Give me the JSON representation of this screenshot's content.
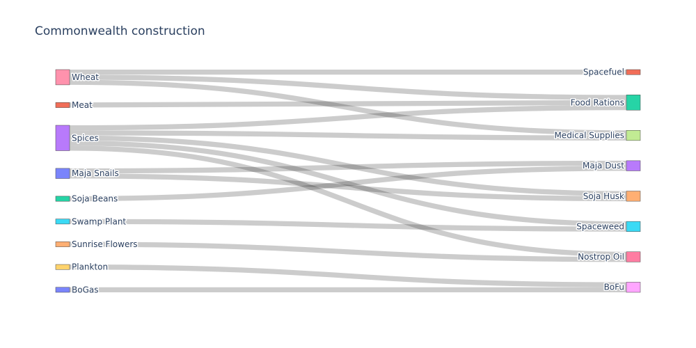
{
  "chart_data": {
    "type": "sankey",
    "title": "Commonwealth construction",
    "link_color": "#c8c8c8",
    "sources": [
      {
        "name": "Wheat",
        "color": "#FF7F9F"
      },
      {
        "name": "Meat",
        "color": "#EF553B"
      },
      {
        "name": "Spices",
        "color": "#AB63FA"
      },
      {
        "name": "Maja Snails",
        "color": "#636EFA"
      },
      {
        "name": "Soja Beans",
        "color": "#00CC96"
      },
      {
        "name": "Swamp Plant",
        "color": "#19D3F3"
      },
      {
        "name": "Sunrise Flowers",
        "color": "#FFA15A"
      },
      {
        "name": "Plankton",
        "color": "#FECB52"
      },
      {
        "name": "BoGas",
        "color": "#636EFA"
      }
    ],
    "targets": [
      {
        "name": "Spacefuel",
        "color": "#EF553B"
      },
      {
        "name": "Food Rations",
        "color": "#00CC96"
      },
      {
        "name": "Medical Supplies",
        "color": "#B6E880"
      },
      {
        "name": "Maja Dust",
        "color": "#AB63FA"
      },
      {
        "name": "Soja Husk",
        "color": "#FFA15A"
      },
      {
        "name": "Spaceweed",
        "color": "#19D3F3"
      },
      {
        "name": "Nostrop Oil",
        "color": "#FF6692"
      },
      {
        "name": "BoFu",
        "color": "#FF97FF"
      }
    ],
    "links": [
      {
        "source": "Wheat",
        "target": "Spacefuel",
        "value": 1
      },
      {
        "source": "Wheat",
        "target": "Medical Supplies",
        "value": 1
      },
      {
        "source": "Wheat",
        "target": "Food Rations",
        "value": 1
      },
      {
        "source": "Meat",
        "target": "Food Rations",
        "value": 1
      },
      {
        "source": "Spices",
        "target": "Food Rations",
        "value": 1
      },
      {
        "source": "Spices",
        "target": "Medical Supplies",
        "value": 1
      },
      {
        "source": "Spices",
        "target": "Soja Husk",
        "value": 1
      },
      {
        "source": "Spices",
        "target": "Spaceweed",
        "value": 1
      },
      {
        "source": "Spices",
        "target": "Nostrop Oil",
        "value": 1
      },
      {
        "source": "Maja Snails",
        "target": "Maja Dust",
        "value": 1
      },
      {
        "source": "Maja Snails",
        "target": "Soja Husk",
        "value": 1
      },
      {
        "source": "Soja Beans",
        "target": "Maja Dust",
        "value": 1
      },
      {
        "source": "Swamp Plant",
        "target": "Spaceweed",
        "value": 1
      },
      {
        "source": "Sunrise Flowers",
        "target": "Nostrop Oil",
        "value": 1
      },
      {
        "source": "Plankton",
        "target": "BoFu",
        "value": 1
      },
      {
        "source": "BoGas",
        "target": "BoFu",
        "value": 1
      }
    ]
  }
}
